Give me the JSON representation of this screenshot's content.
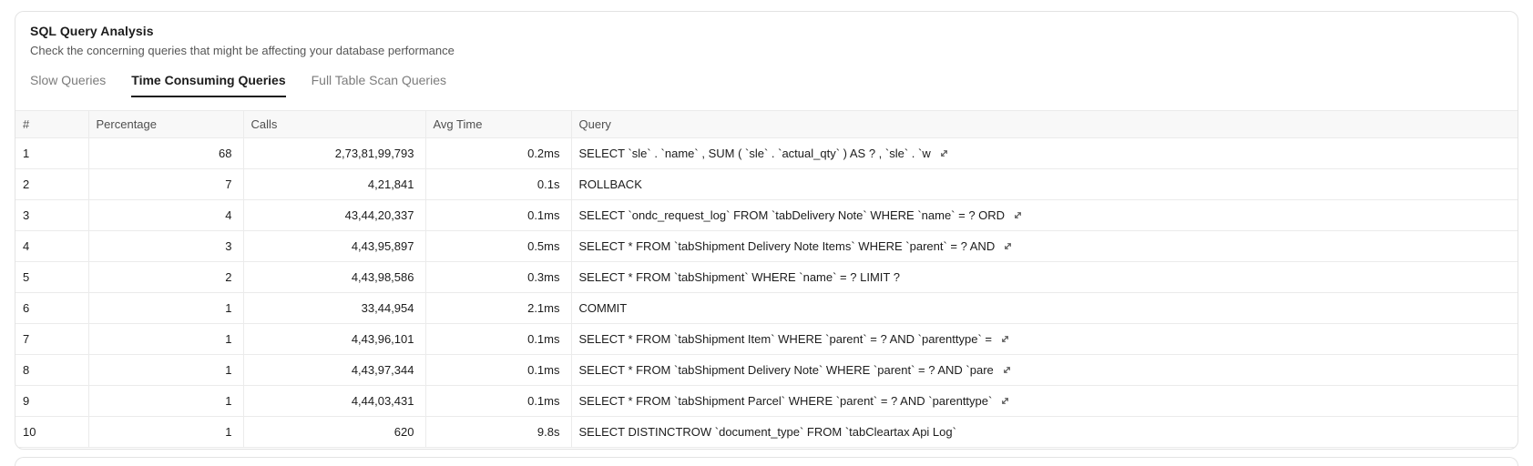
{
  "card": {
    "title": "SQL Query Analysis",
    "subtitle": "Check the concerning queries that might be affecting your database performance"
  },
  "tabs": [
    {
      "label": "Slow Queries",
      "active": false
    },
    {
      "label": "Time Consuming Queries",
      "active": true
    },
    {
      "label": "Full Table Scan Queries",
      "active": false
    }
  ],
  "table": {
    "columns": [
      "#",
      "Percentage",
      "Calls",
      "Avg Time",
      "Query"
    ],
    "rows": [
      {
        "num": "1",
        "percentage": "68",
        "calls": "2,73,81,99,793",
        "avg_time": "0.2ms",
        "query": "SELECT `sle` . `name` , SUM ( `sle` . `actual_qty` ) AS ? , `sle` . `w",
        "expandable": true
      },
      {
        "num": "2",
        "percentage": "7",
        "calls": "4,21,841",
        "avg_time": "0.1s",
        "query": "ROLLBACK",
        "expandable": false
      },
      {
        "num": "3",
        "percentage": "4",
        "calls": "43,44,20,337",
        "avg_time": "0.1ms",
        "query": "SELECT `ondc_request_log` FROM `tabDelivery Note` WHERE `name` = ? ORD",
        "expandable": true
      },
      {
        "num": "4",
        "percentage": "3",
        "calls": "4,43,95,897",
        "avg_time": "0.5ms",
        "query": "SELECT * FROM `tabShipment Delivery Note Items` WHERE `parent` = ? AND",
        "expandable": true
      },
      {
        "num": "5",
        "percentage": "2",
        "calls": "4,43,98,586",
        "avg_time": "0.3ms",
        "query": "SELECT * FROM `tabShipment` WHERE `name` = ? LIMIT ?",
        "expandable": false
      },
      {
        "num": "6",
        "percentage": "1",
        "calls": "33,44,954",
        "avg_time": "2.1ms",
        "query": "COMMIT",
        "expandable": false
      },
      {
        "num": "7",
        "percentage": "1",
        "calls": "4,43,96,101",
        "avg_time": "0.1ms",
        "query": "SELECT * FROM `tabShipment Item` WHERE `parent` = ? AND `parenttype` =",
        "expandable": true
      },
      {
        "num": "8",
        "percentage": "1",
        "calls": "4,43,97,344",
        "avg_time": "0.1ms",
        "query": "SELECT * FROM `tabShipment Delivery Note` WHERE `parent` = ? AND `pare",
        "expandable": true
      },
      {
        "num": "9",
        "percentage": "1",
        "calls": "4,44,03,431",
        "avg_time": "0.1ms",
        "query": "SELECT * FROM `tabShipment Parcel` WHERE `parent` = ? AND `parenttype`",
        "expandable": true
      },
      {
        "num": "10",
        "percentage": "1",
        "calls": "620",
        "avg_time": "9.8s",
        "query": "SELECT DISTINCTROW `document_type` FROM `tabCleartax Api Log`",
        "expandable": false
      }
    ]
  },
  "icons": {
    "expand": "expand-diagonal-icon"
  },
  "colors": {
    "active_tab": "#1c1c1c",
    "inactive_tab": "#7c7c7c",
    "header_bg": "#f8f8f8",
    "border": "#ebebeb",
    "card_border": "#e3e3e3",
    "body_text": "#1c1c1c",
    "muted_text": "#565656"
  }
}
